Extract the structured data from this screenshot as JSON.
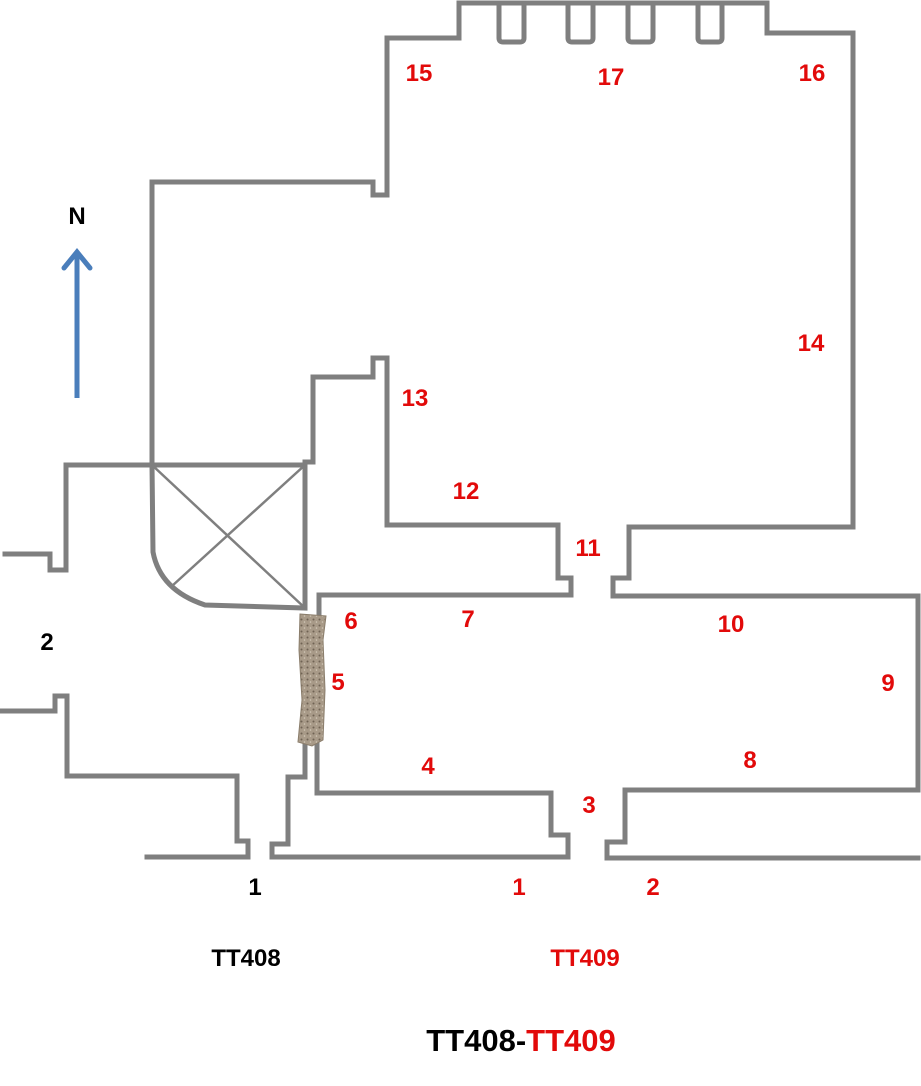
{
  "title": {
    "part1": "TT408-",
    "part2": "TT409"
  },
  "tomb_labels": {
    "tt408": "TT408",
    "tt409": "TT409"
  },
  "north": "N",
  "colors": {
    "tt408": "#000000",
    "tt409": "#e20a0a",
    "wall": "#7f7f7f",
    "arrow": "#4a7ebb"
  },
  "tt408_points": [
    "1",
    "2"
  ],
  "tt409_points": [
    "1",
    "2",
    "3",
    "4",
    "5",
    "6",
    "7",
    "8",
    "9",
    "10",
    "11",
    "12",
    "13",
    "14",
    "15",
    "16",
    "17"
  ]
}
